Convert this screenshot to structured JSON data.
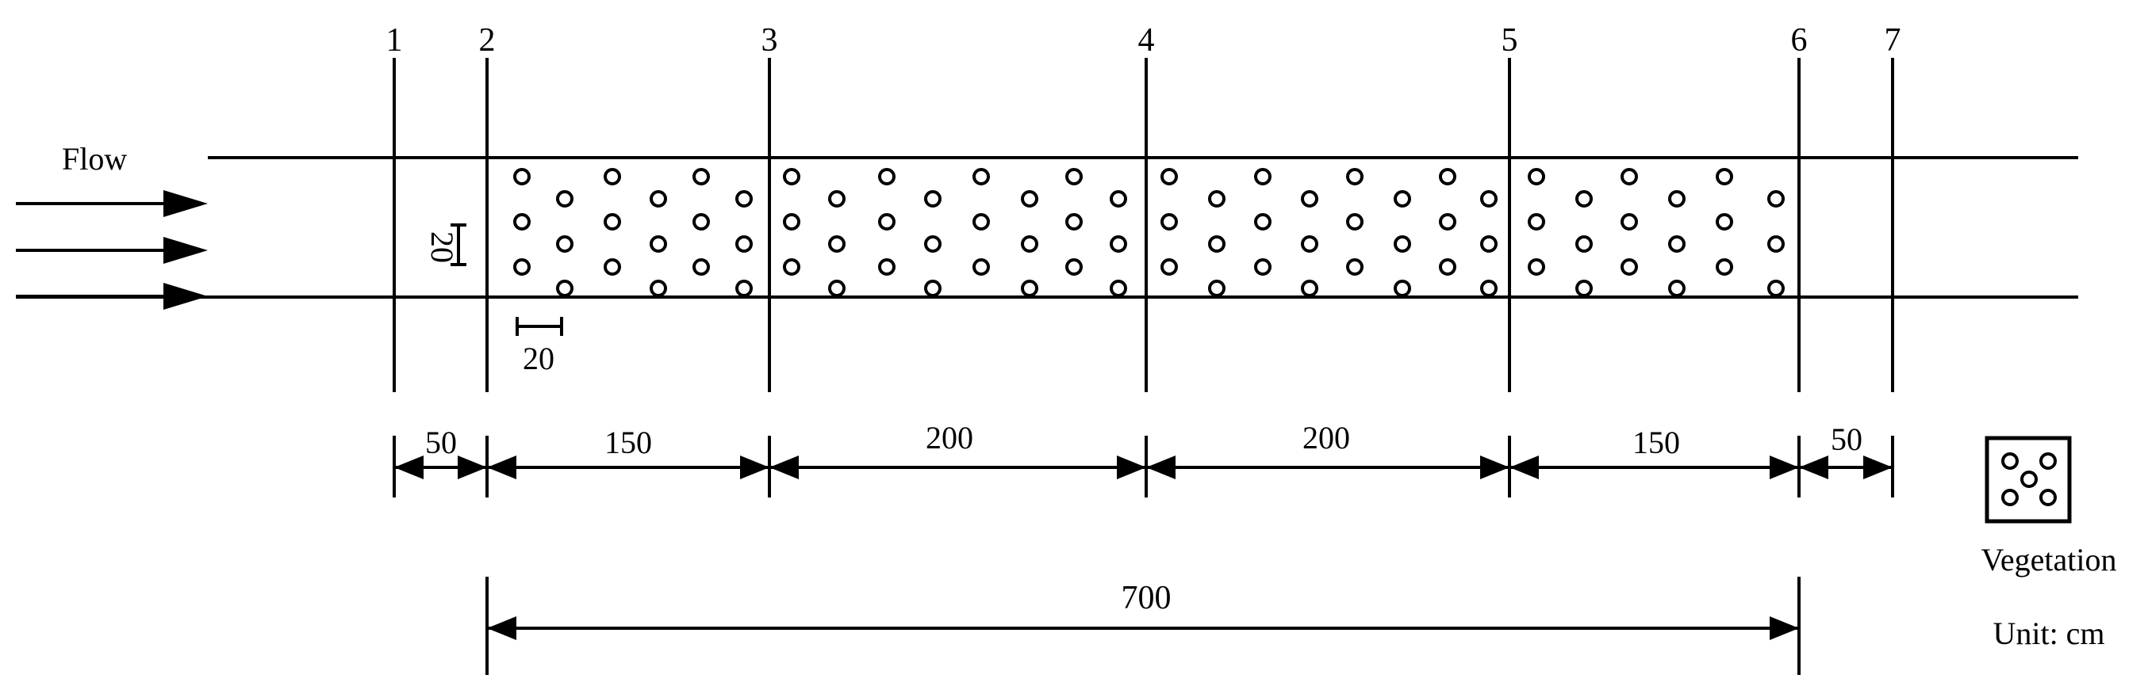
{
  "flow_label": "Flow",
  "section_labels": [
    "1",
    "2",
    "3",
    "4",
    "5",
    "6",
    "7"
  ],
  "segment_lengths": [
    "50",
    "150",
    "200",
    "200",
    "150",
    "50"
  ],
  "vegetated_length": "700",
  "spacing_vertical": "20",
  "spacing_horizontal": "20",
  "legend_label": "Vegetation",
  "unit_label": "Unit: cm",
  "colors": {
    "ink": "#000000",
    "background": "#ffffff"
  }
}
